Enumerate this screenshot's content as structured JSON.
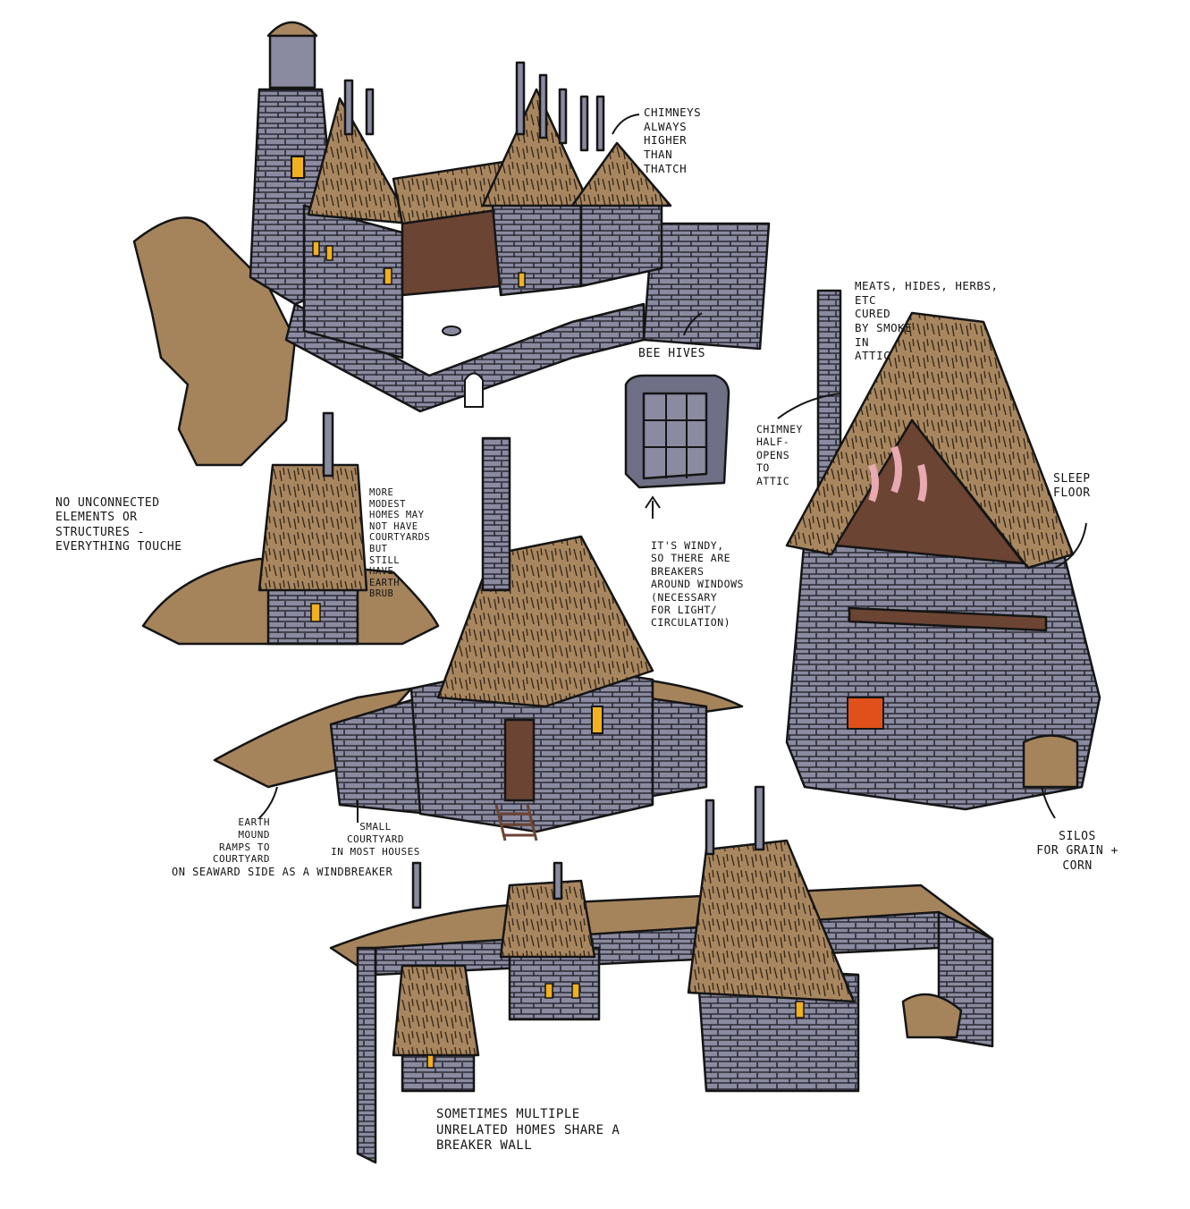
{
  "colors": {
    "stone": "#8a8aa0",
    "stone_light": "#a7a8bb",
    "stone_shadow": "#6f6f86",
    "thatch": "#a88760",
    "thatch_dark": "#8a6b47",
    "earth": "#a5845c",
    "timber": "#6b4433",
    "ink": "#151515",
    "window_glow": "#f0b020",
    "fire": "#e0501a",
    "background": "#ffffff"
  },
  "annotations": {
    "chimneys": "CHIMNEYS\nALWAYS\nHIGHER\nTHAN\nTHATCH",
    "meats": "MEATS, HIDES, HERBS,\nETC\nCURED\nBY SMOKE\nIN\nATTIC",
    "bee_hives": "BEE HIVES",
    "chimney_half": "CHIMNEY\nHALF-\nOPENS\nTO\nATTIC",
    "sleep_floor": "SLEEP\nFLOOR",
    "no_unconnected": "NO UNCONNECTED\nELEMENTS OR\nSTRUCTURES -\nEVERYTHING TOUCHE",
    "modest_homes": "MORE\nMODEST\nHOMES MAY\nNOT HAVE\nCOURTYARDS\nBUT\nSTILL\nHAVE\nEARTH\nBRUB",
    "windy": "IT'S WINDY,\nSO THERE ARE\nBREAKERS\nAROUND WINDOWS\n(NECESSARY\nFOR LIGHT/\nCIRCULATION)",
    "earth_mound": "EARTH\nMOUND\nRAMPS TO\nCOURTYARD",
    "small_courtyard": "SMALL\nCOURTYARD\nIN MOST HOUSES",
    "seaward": "ON SEAWARD SIDE AS A WINDBREAKER",
    "silos": "SILOS\nFOR GRAIN +\nCORN",
    "shared_wall": "SOMETIMES MULTIPLE\nUNRELATED HOMES SHARE A\nBREAKER WALL"
  }
}
